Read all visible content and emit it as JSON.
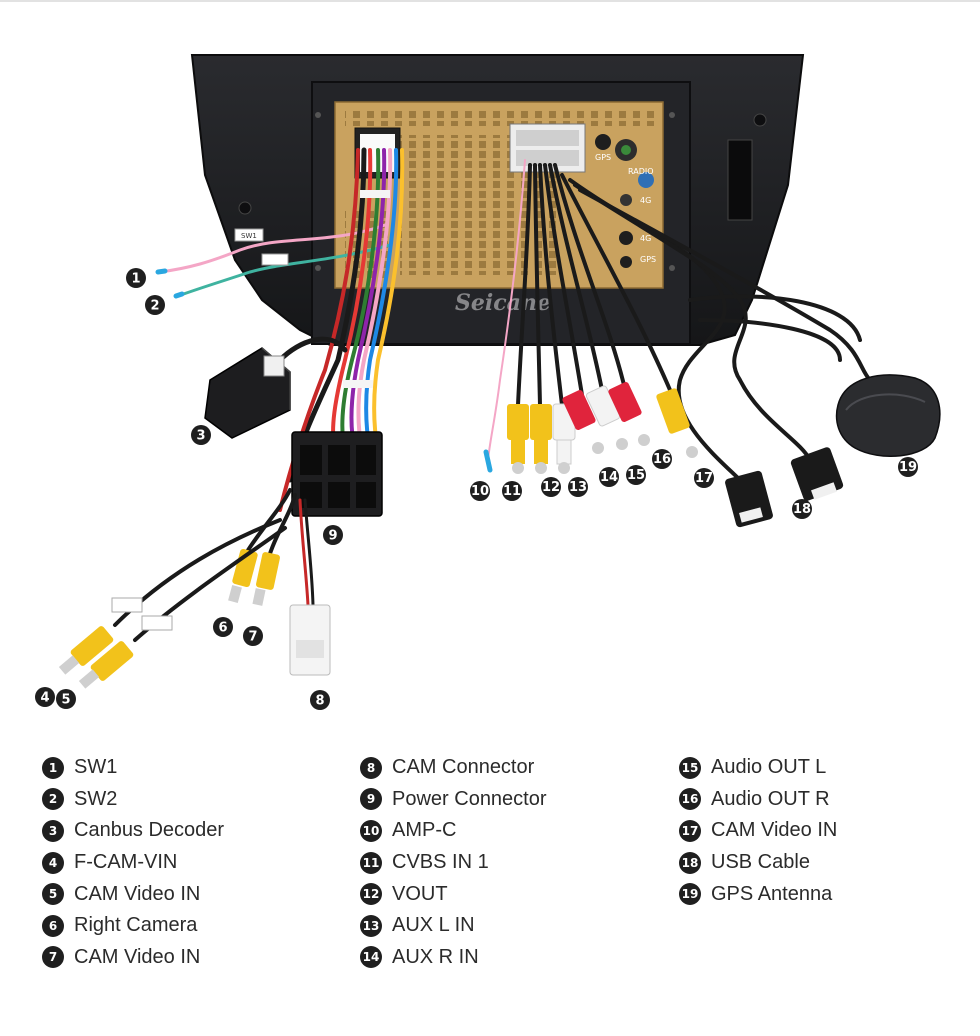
{
  "watermark": "Seicane",
  "unit_labels": {
    "gps_top": "GPS",
    "radio": "RADIO",
    "fourg_top": "4G",
    "fourg": "4G",
    "gps_bottom": "GPS",
    "sw1_tag": "SW1"
  },
  "markers": [
    "1",
    "2",
    "3",
    "4",
    "5",
    "6",
    "7",
    "8",
    "9",
    "10",
    "11",
    "12",
    "13",
    "14",
    "15",
    "16",
    "17",
    "18",
    "19"
  ],
  "legend": [
    {
      "num": "1",
      "label": "SW1"
    },
    {
      "num": "2",
      "label": "SW2"
    },
    {
      "num": "3",
      "label": "Canbus Decoder"
    },
    {
      "num": "4",
      "label": "F-CAM-VIN"
    },
    {
      "num": "5",
      "label": "CAM Video IN"
    },
    {
      "num": "6",
      "label": "Right Camera"
    },
    {
      "num": "7",
      "label": "CAM Video IN"
    },
    {
      "num": "8",
      "label": "CAM Connector"
    },
    {
      "num": "9",
      "label": "Power Connector"
    },
    {
      "num": "10",
      "label": "AMP-C"
    },
    {
      "num": "11",
      "label": "CVBS IN 1"
    },
    {
      "num": "12",
      "label": "VOUT"
    },
    {
      "num": "13",
      "label": "AUX L IN"
    },
    {
      "num": "14",
      "label": "AUX R IN"
    },
    {
      "num": "15",
      "label": "Audio OUT L"
    },
    {
      "num": "16",
      "label": "Audio OUT R"
    },
    {
      "num": "17",
      "label": "CAM Video IN"
    },
    {
      "num": "18",
      "label": "USB Cable"
    },
    {
      "num": "19",
      "label": "GPS Antenna"
    }
  ],
  "colors": {
    "frame": "#1c1d20",
    "panel": "#c9a25f",
    "rca_yellow": "#f2c21b",
    "rca_red": "#e0243c",
    "rca_white": "#f3f3f3",
    "badge": "#1f1f1f"
  }
}
